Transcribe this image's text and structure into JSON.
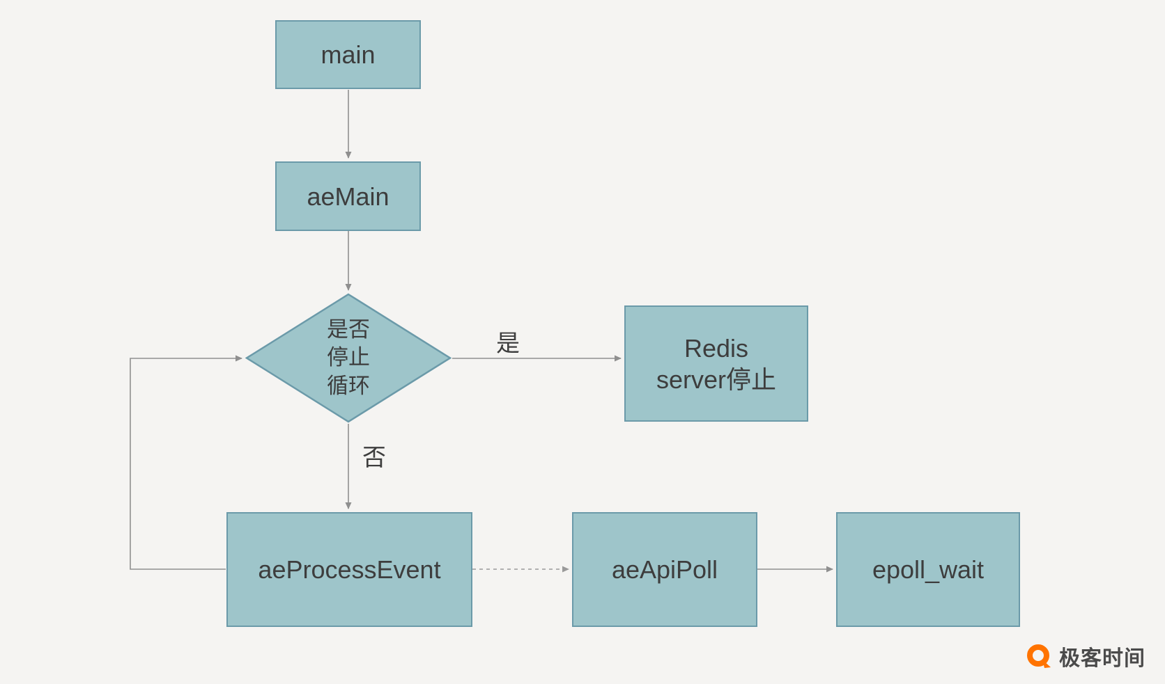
{
  "diagram": {
    "nodes": {
      "main": {
        "label": "main"
      },
      "aemain": {
        "label": "aeMain"
      },
      "decision": {
        "label": "是否\n停止\n循环"
      },
      "redis_stop": {
        "label": "Redis\nserver停止"
      },
      "ae_process_event": {
        "label": "aeProcessEvent"
      },
      "ae_api_poll": {
        "label": "aeApiPoll"
      },
      "epoll_wait": {
        "label": "epoll_wait"
      }
    },
    "edge_labels": {
      "yes": "是",
      "no": "否"
    }
  },
  "branding": {
    "logo_text": "极客时间"
  },
  "colors": {
    "background": "#f5f4f2",
    "node_fill": "#9ec5ca",
    "node_border": "#6b9aa9",
    "arrow": "#8f8f8f",
    "text": "#3d3d3d",
    "logo_orange": "#ff7300"
  }
}
